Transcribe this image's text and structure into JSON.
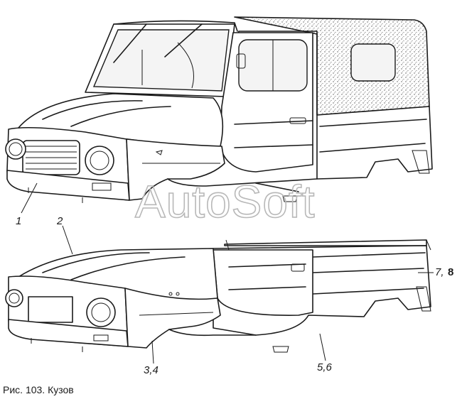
{
  "caption": "Рис. 103. Кузов",
  "watermark": "AutoSoft",
  "callouts": {
    "c1": "1",
    "c2": "2",
    "c34": "3,4",
    "c56": "5,6",
    "c7": "7,",
    "c8": "8"
  },
  "colors": {
    "line": "#1a1a1a",
    "watermark": "#b8b8b8",
    "background": "#ffffff"
  }
}
